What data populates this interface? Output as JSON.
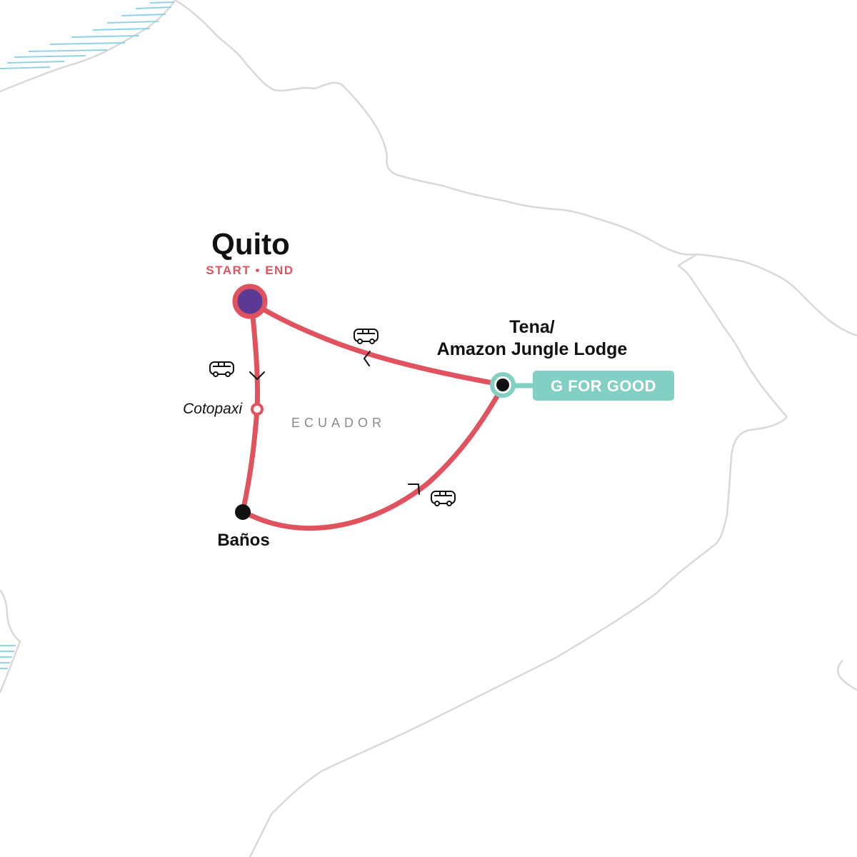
{
  "colors": {
    "route": "#e0535e",
    "start_fill": "#5b3a96",
    "good_accent": "#82d0c3",
    "border": "#d9d9d9",
    "water": "#8fd3e6",
    "node": "#111111"
  },
  "labels": {
    "quito": "Quito",
    "start_end": "START • END",
    "tena_line1": "Tena/",
    "tena_line2": "Amazon Jungle Lodge",
    "g_for_good": "G FOR GOOD",
    "cotopaxi": "Cotopaxi",
    "banos": "Baños",
    "country": "ECUADOR"
  },
  "icons": {
    "transport": "bus-icon",
    "direction": "chevron-icon"
  },
  "route": {
    "stops": [
      "Quito",
      "Cotopaxi",
      "Baños",
      "Tena/Amazon Jungle Lodge",
      "Quito"
    ],
    "transport_mode": "bus"
  }
}
